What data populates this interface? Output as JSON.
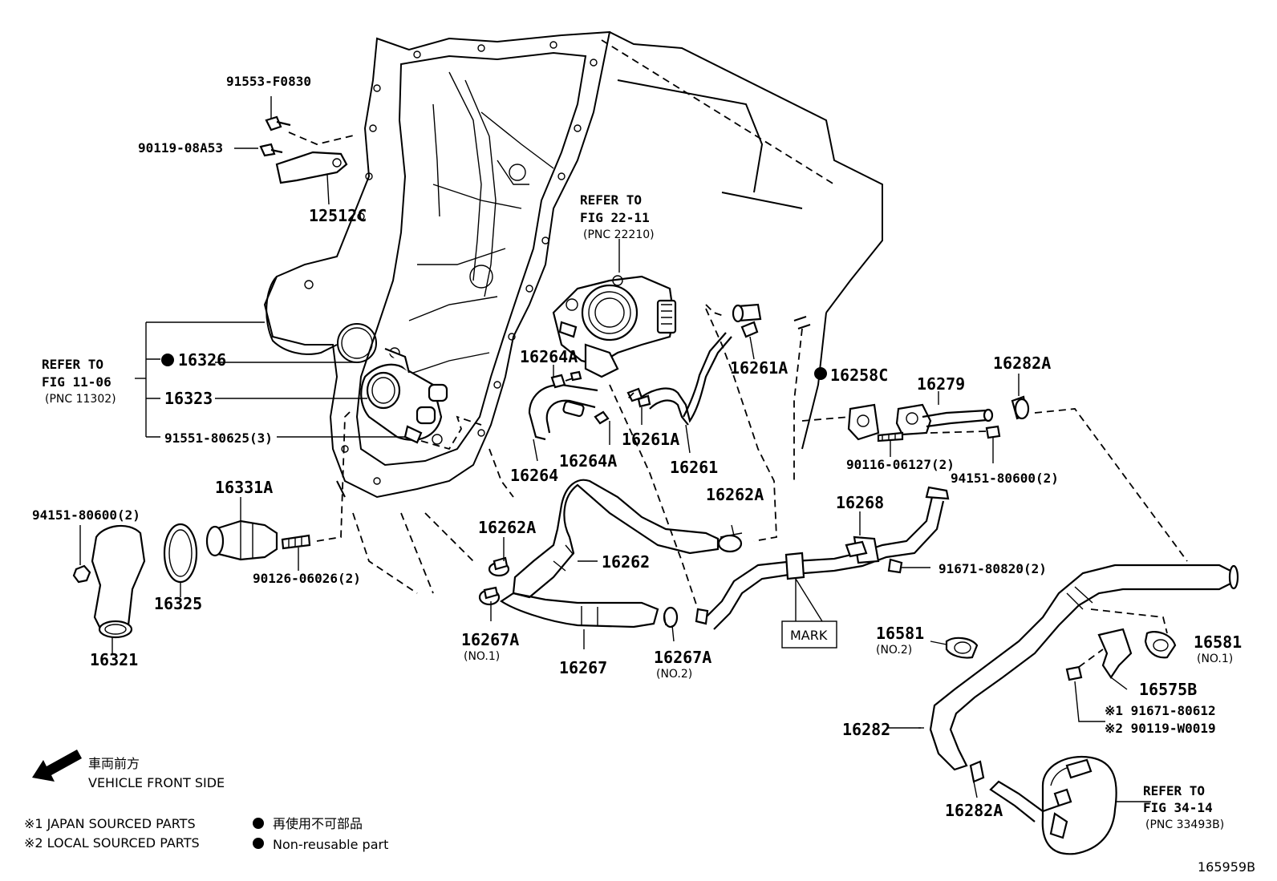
{
  "labels": {
    "p91553": "91553-F0830",
    "p90119": "90119-08A53",
    "p12512c": "12512C",
    "refer_fig2211_l1": "REFER TO",
    "refer_fig2211_l2": "FIG 22-11",
    "refer_fig2211_l3": "(PNC 22210)",
    "refer_fig1106_l1": "REFER TO",
    "refer_fig1106_l2": "FIG 11-06",
    "refer_fig1106_l3": "(PNC 11302)",
    "p16326": "16326",
    "p16323": "16323",
    "p91551": "91551-80625(3)",
    "p16264a_top": "16264A",
    "p16261a_right": "16261A",
    "p16258c": "16258C",
    "p16279": "16279",
    "p16282a_top": "16282A",
    "p16261a_mid": "16261A",
    "p16264a_mid": "16264A",
    "p16264": "16264",
    "p16261": "16261",
    "p90116": "90116-06127(2)",
    "p94151_right": "94151-80600(2)",
    "p16331a": "16331A",
    "p94151_left": "94151-80600(2)",
    "p16262a_right": "16262A",
    "p16268": "16268",
    "p16262a_left": "16262A",
    "p16262": "16262",
    "p91671_80820": "91671-80820(2)",
    "p90126": "90126-06026(2)",
    "p16325": "16325",
    "mark": "MARK",
    "p16581_no2": "16581",
    "no2_a": "(NO.2)",
    "p16581_no1": "16581",
    "no1_a": "(NO.1)",
    "p16267a_no1": "16267A",
    "no1_b": "(NO.1)",
    "p16267a_no2": "16267A",
    "no2_b": "(NO.2)",
    "p16321": "16321",
    "p16267": "16267",
    "p16575b": "16575B",
    "p91671_80612": "※1 91671-80612",
    "p90119_w0019": "※2 90119-W0019",
    "p16282": "16282",
    "refer_fig3414_l1": "REFER TO",
    "refer_fig3414_l2": "FIG 34-14",
    "refer_fig3414_l3": "(PNC 33493B)",
    "p16282a_bottom": "16282A",
    "front_jp": "車両前方",
    "front_en": "VEHICLE FRONT SIDE",
    "legend1": "※1 JAPAN SOURCED PARTS",
    "legend2": "※2 LOCAL SOURCED PARTS",
    "legend3": "再使用不可部品",
    "legend4": "Non-reusable part",
    "figure_id": "165959B"
  }
}
